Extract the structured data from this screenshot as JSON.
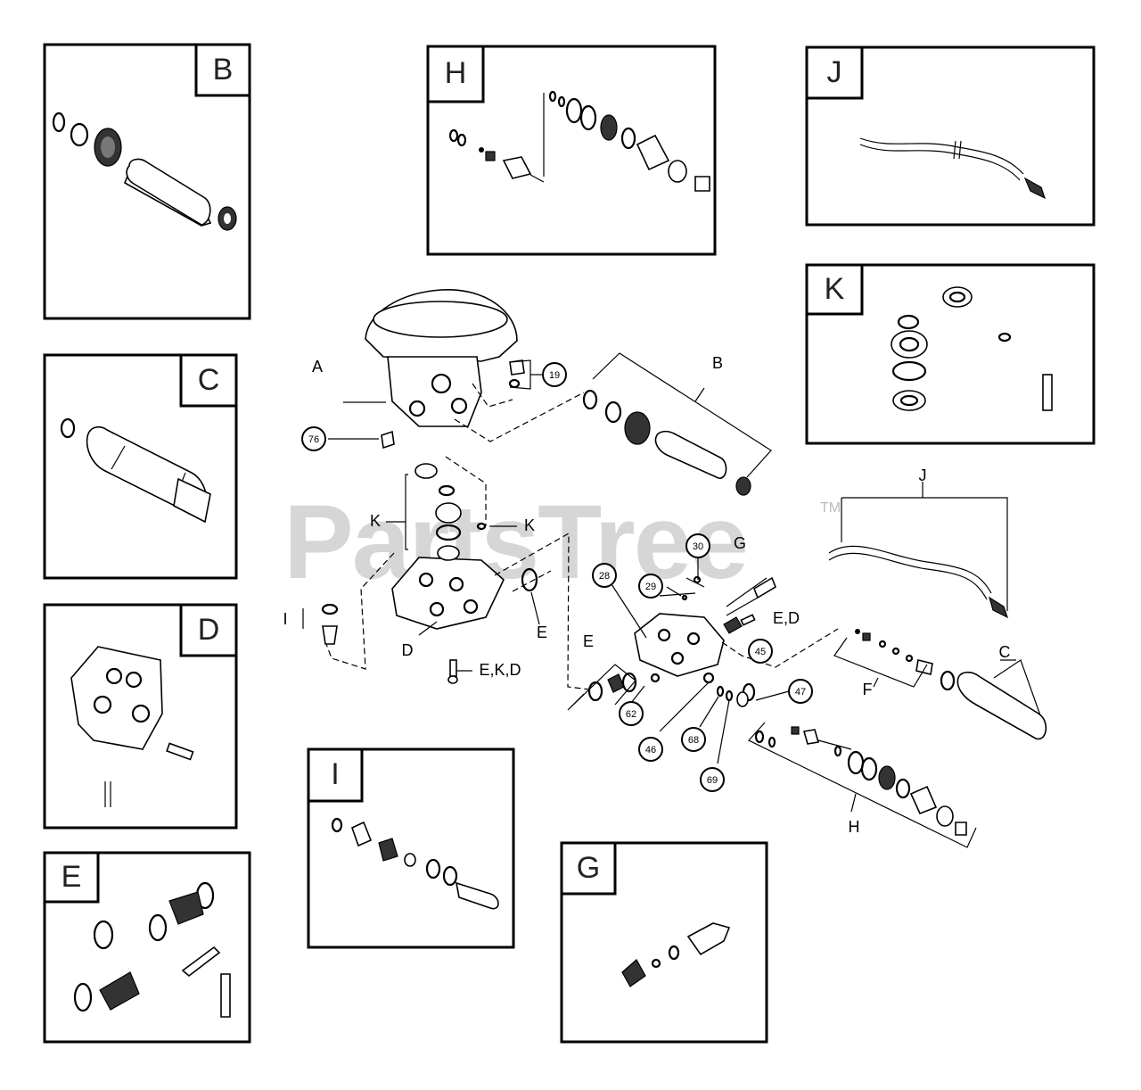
{
  "watermark": {
    "text": "PartsTree",
    "tm": "TM"
  },
  "inset_tabs": {
    "B": "B",
    "C": "C",
    "D": "D",
    "E": "E",
    "H": "H",
    "I": "I",
    "J": "J",
    "K": "K",
    "G": "G"
  },
  "main_labels": {
    "A": "A",
    "B": "B",
    "C": "C",
    "D": "D",
    "E": "E",
    "F": "F",
    "G": "G",
    "H": "H",
    "J": "J",
    "K1": "K",
    "K2": "K",
    "I": "I",
    "E2": "E",
    "ED": "E,D",
    "EKD": "E,K,D"
  },
  "callouts": {
    "c19": "19",
    "c76": "76",
    "c28": "28",
    "c29": "29",
    "c30": "30",
    "c45": "45",
    "c46": "46",
    "c47": "47",
    "c62": "62",
    "c68": "68",
    "c69": "69"
  }
}
